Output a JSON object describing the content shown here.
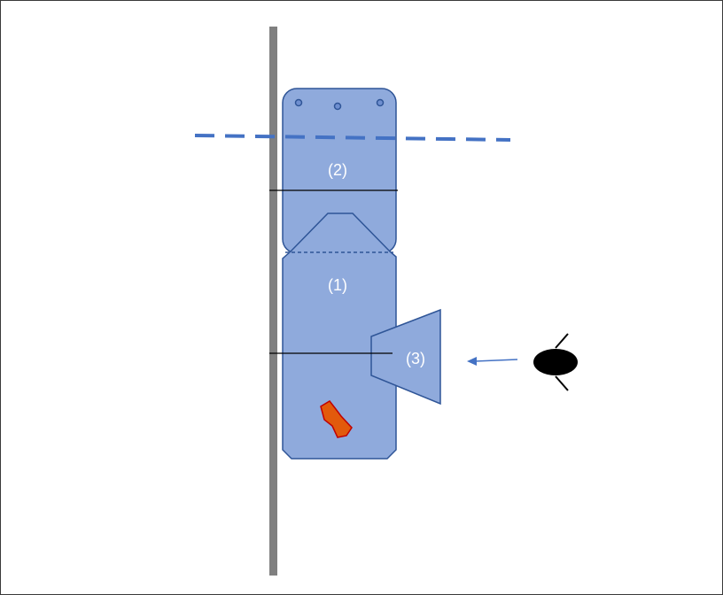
{
  "diagram": {
    "labels": {
      "part1": "(1)",
      "part2": "(2)",
      "part3": "(3)"
    },
    "colors": {
      "body_fill": "#8faadc",
      "body_stroke": "#2f5597",
      "wall": "#808080",
      "dashed_line": "#4472c4",
      "arrow": "#4472c4",
      "marker_fill": "#e25a0c",
      "marker_stroke": "#c00000",
      "eye": "#000000"
    },
    "icons": {
      "viewer": "eye-icon",
      "direction": "arrow-left-icon"
    }
  }
}
